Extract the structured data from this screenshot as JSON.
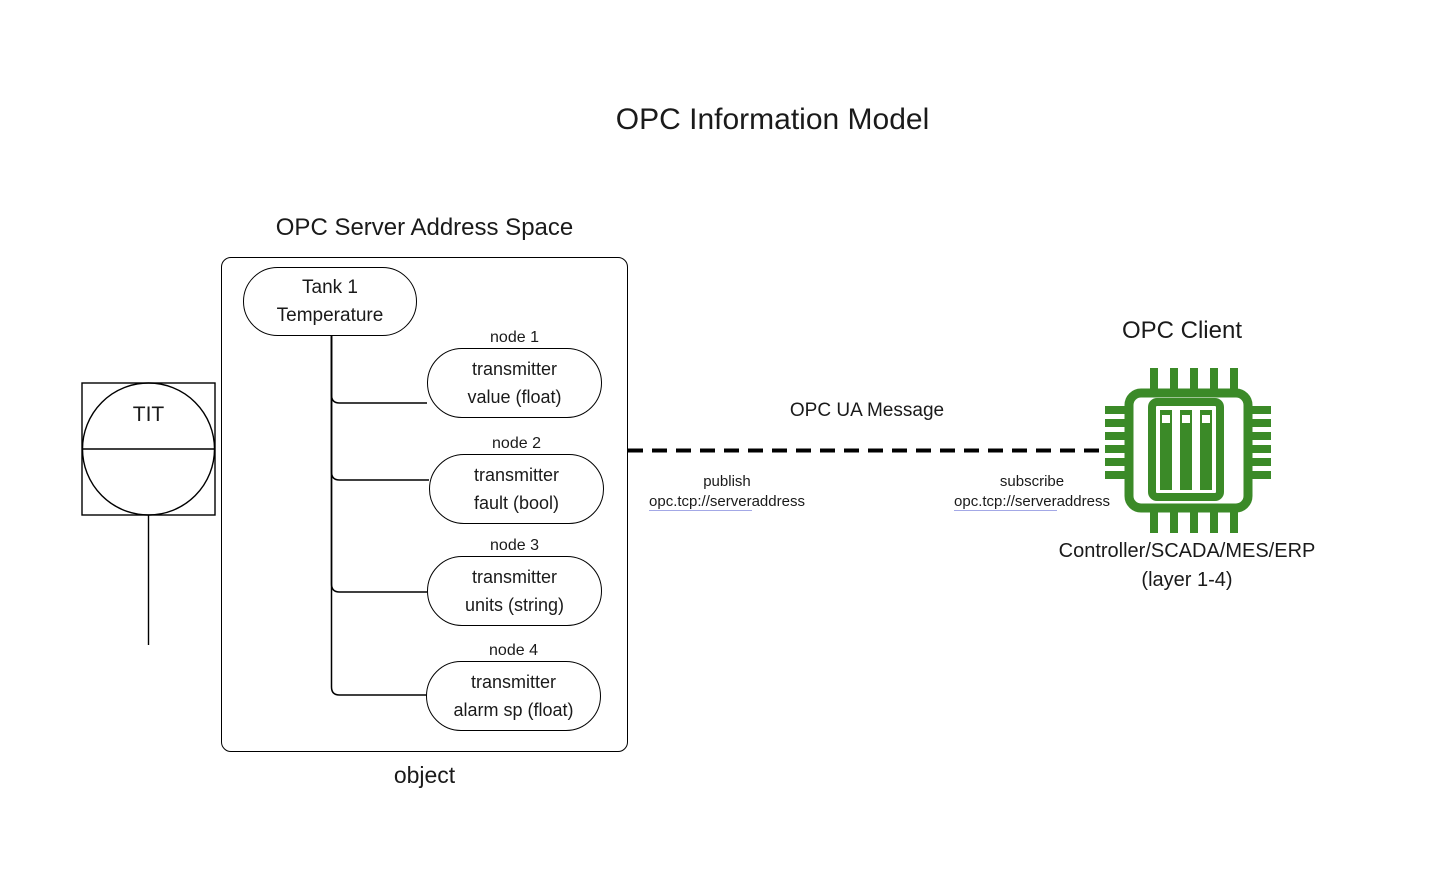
{
  "title": "OPC Information Model",
  "server": {
    "label": "OPC Server Address Space",
    "caption": "object",
    "root_node": {
      "line1": "Tank 1",
      "line2": "Temperature"
    },
    "nodes": [
      {
        "tag": "node 1",
        "line1": "transmitter",
        "line2": "value (float)"
      },
      {
        "tag": "node 2",
        "line1": "transmitter",
        "line2": "fault (bool)"
      },
      {
        "tag": "node 3",
        "line1": "transmitter",
        "line2": "units (string)"
      },
      {
        "tag": "node 4",
        "line1": "transmitter",
        "line2": "alarm sp (float)"
      }
    ]
  },
  "instrument": {
    "label": "TIT",
    "icon": "transmitter-instrument-symbol"
  },
  "message": {
    "label": "OPC UA Message",
    "publish": {
      "action": "publish",
      "url_linked": "opc.tcp://server",
      "url_rest": "address"
    },
    "subscribe": {
      "action": "subscribe",
      "url_linked": "opc.tcp://server",
      "url_rest": "address"
    }
  },
  "client": {
    "label": "OPC Client",
    "icon": "chip-icon",
    "caption_line1": "Controller/SCADA/MES/ERP",
    "caption_line2": "(layer 1-4)"
  },
  "colors": {
    "chip_green": "#3b8a28",
    "link_underline": "#a3a8e6",
    "line": "#000000",
    "text": "#1a1a1a"
  }
}
